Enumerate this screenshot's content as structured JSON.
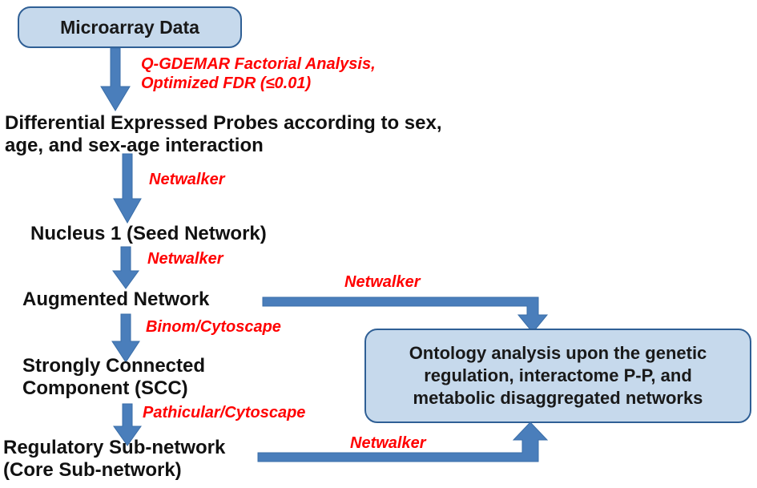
{
  "diagram": {
    "title_box": {
      "label": "Microarray Data"
    },
    "nodes": [
      {
        "id": "microarray",
        "label": "Microarray Data",
        "shape": "rounded-box"
      },
      {
        "id": "dep",
        "label": "Differential Expressed Probes according to sex,\nage,  and  sex-age interaction",
        "shape": "text"
      },
      {
        "id": "nucleus",
        "label": "Nucleus 1 (Seed Network)",
        "shape": "text"
      },
      {
        "id": "augmented",
        "label": "Augmented  Network",
        "shape": "text"
      },
      {
        "id": "scc",
        "label": "Strongly Connected\nComponent (SCC)",
        "shape": "text"
      },
      {
        "id": "regulatory",
        "label": "Regulatory Sub-network\n(Core Sub-network)",
        "shape": "text"
      },
      {
        "id": "ontology",
        "label": "Ontology analysis upon the genetic\nregulation,   interactome P-P, and\nmetabolic  disaggregated networks",
        "shape": "rounded-box"
      }
    ],
    "edge_labels": [
      {
        "id": "e1",
        "label": "Q-GDEMAR Factorial Analysis,\nOptimized FDR (≤0.01)"
      },
      {
        "id": "e2",
        "label": "Netwalker"
      },
      {
        "id": "e3",
        "label": "Netwalker"
      },
      {
        "id": "e4",
        "label": "Netwalker"
      },
      {
        "id": "e5",
        "label": "Binom/Cytoscape"
      },
      {
        "id": "e6",
        "label": "Pathicular/Cytoscape"
      },
      {
        "id": "e7",
        "label": "Netwalker"
      }
    ],
    "colors": {
      "box_fill": "#c6d9ec",
      "box_border": "#2f5f95",
      "arrow": "#4a7ebb",
      "tool_text": "#ff0000",
      "node_text": "#111111",
      "background": "#ffffff"
    }
  }
}
